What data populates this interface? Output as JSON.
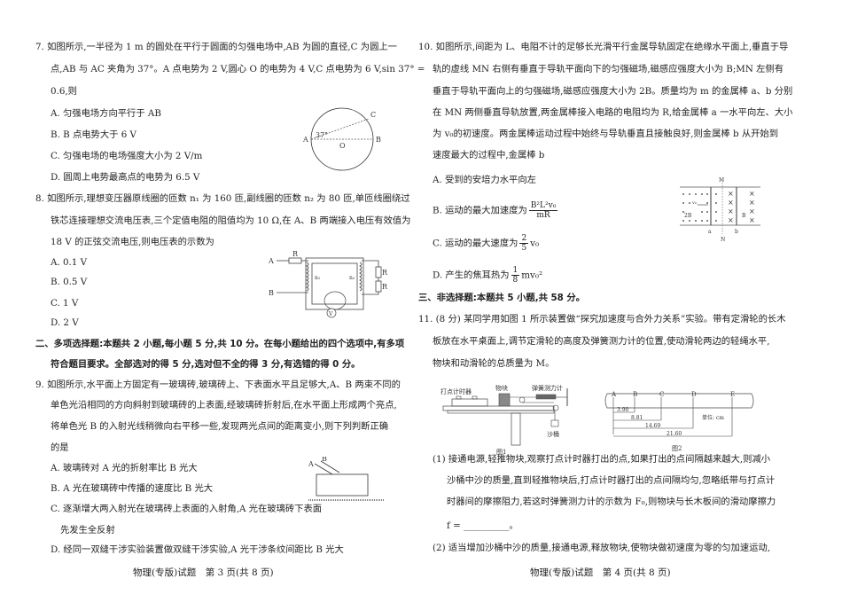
{
  "left_page": {
    "q7": {
      "lines": [
        "7. 如图所示,一半径为 1 m 的圆处在平行于圆面的匀强电场中,AB 为圆的直径,C 为圆上一",
        "点,AB 与 AC 夹角为 37°。A 点电势为 2 V,圆心 O 的电势为 4 V,C 点电势为 6 V,sin 37° =",
        "0.6,则"
      ],
      "options": [
        "A. 匀强电场方向平行于 AB",
        "B. B 点电势大于 6 V",
        "C. 匀强电场的电场强度大小为 2 V/m",
        "D. 圆周上电势最高点的电势为 6.5 V"
      ],
      "figure": {
        "labels": [
          "A",
          "B",
          "C",
          "O",
          "37°"
        ]
      }
    },
    "q8": {
      "lines": [
        "8. 如图所示,理想变压器原线圈的匝数 n₁ 为 160 匝,副线圈的匝数 n₂ 为 80 匝,单匝线圈绕过",
        "铁芯连接理想交流电压表,三个定值电阻的阻值均为 10 Ω,在 A、B 两端接入电压有效值为",
        "18 V 的正弦交流电压,则电压表的示数为"
      ],
      "options": [
        "A. 0.1 V",
        "B. 0.5 V",
        "C. 1 V",
        "D. 2 V"
      ],
      "figure": {
        "labels": [
          "A",
          "B",
          "R",
          "R",
          "R",
          "n₁",
          "n₂",
          "V"
        ]
      }
    },
    "section2": {
      "lines": [
        "二、多项选择题:本题共 2 小题,每小题 5 分,共 10 分。在每小题给出的四个选项中,有多项",
        "符合题目要求。全部选对的得 5 分,选对但不全的得 3 分,有选错的得 0 分。"
      ]
    },
    "q9": {
      "lines": [
        "9. 如图所示,水平面上方固定有一玻璃砖,玻璃砖上、下表面水平且足够大,A、B 两束不同的",
        "单色光沿相同的方向斜射到玻璃砖的上表面,经玻璃砖折射后,在水平面上形成两个亮点,",
        "将单色光 B 的入射光线稍微向右平移一些,发现两光点间的距离变小,则下列判断正确",
        "的是"
      ],
      "options": [
        "A. 玻璃砖对 A 光的折射率比 B 光大",
        "B. A 光在玻璃砖中传播的速度比 B 光大",
        "C. 逐渐增大两入射光在玻璃砖上表面的入射角,A 光在玻璃砖下表面",
        "先发生全反射",
        "D. 经同一双缝干涉实验装置做双缝干涉实验,A 光干涉条纹间距比 B 光大"
      ],
      "figure": {
        "labels": [
          "A",
          "B"
        ]
      }
    },
    "footer": "物理(专版)试题　第 3 页(共 8 页)"
  },
  "right_page": {
    "q10": {
      "lines": [
        "10. 如图所示,间距为 L、电阻不计的足够长光滑平行金属导轨固定在绝缘水平面上,垂直于导",
        "轨的虚线 MN 右侧有垂直于导轨平面向下的匀强磁场,磁感应强度大小为 B;MN 左侧有",
        "垂直于导轨平面向上的匀强磁场,磁感应强度大小为 2B。质量均为 m 的金属棒 a、b 分别",
        "在 MN 两侧垂直导轨放置,两金属棒接入电路的电阻均为 R,给金属棒 a 一水平向左、大小",
        "为 v₀的初速度。两金属棒运动过程中始终与导轨垂直且接触良好,则金属棒 b 从开始到",
        "速度最大的过程中,金属棒 b"
      ],
      "options": {
        "a": "A. 受到的安培力水平向左",
        "b": {
          "prefix": "B. 运动的最大加速度为",
          "num": "B²L²v₀",
          "den": "mR"
        },
        "c": {
          "prefix": "C. 运动的最大速度为",
          "num": "2",
          "den": "5",
          "suffix": "v₀"
        },
        "d": {
          "prefix": "D. 产生的焦耳热为",
          "num": "1",
          "den": "8",
          "suffix": "mv₀²"
        }
      },
      "figure": {
        "labels": [
          "M",
          "N",
          "a",
          "b",
          "2B",
          "B",
          "v₀"
        ]
      }
    },
    "section3": "三、非选择题:本题共 5 小题,共 58 分。",
    "q11": {
      "lines": [
        "11. (8 分) 某同学用如图 1 所示装置做“探究加速度与合外力关系”实验。带有定滑轮的长木",
        "板放在水平桌面上,调节定滑轮的高度及弹簧测力计的位置,使动滑轮两边的轻绳水平,",
        "物块和动滑轮的总质量为 M。"
      ],
      "fig1": {
        "labels": [
          "打点计时器",
          "物块",
          "弹簧测力计",
          "沙桶"
        ],
        "caption": "图1"
      },
      "fig2": {
        "points": [
          "A",
          "B",
          "C",
          "D",
          "E"
        ],
        "distances": [
          "3.90",
          "8.81",
          "14.69",
          "21.60"
        ],
        "unit": "单位: cm",
        "caption": "图2"
      },
      "part1": [
        "(1) 接通电源,轻推物块,观察打点计时器打出的点,如果打出的点间隔越来越大,则减小",
        "沙桶中沙的质量,直到轻推物块后,打点计时器打出的点间隔均匀,忽略纸带与打点计",
        "时器间的摩擦阻力,若这时弹簧测力计的示数为 F₀,则物块与长木板间的滑动摩擦力",
        "f = __________。"
      ],
      "part2": "(2) 适当增加沙桶中沙的质量,接通电源,释放物块,使物块做初速度为零的匀加速运动,"
    },
    "footer": "物理(专版)试题　第 4 页(共 8 页)"
  }
}
